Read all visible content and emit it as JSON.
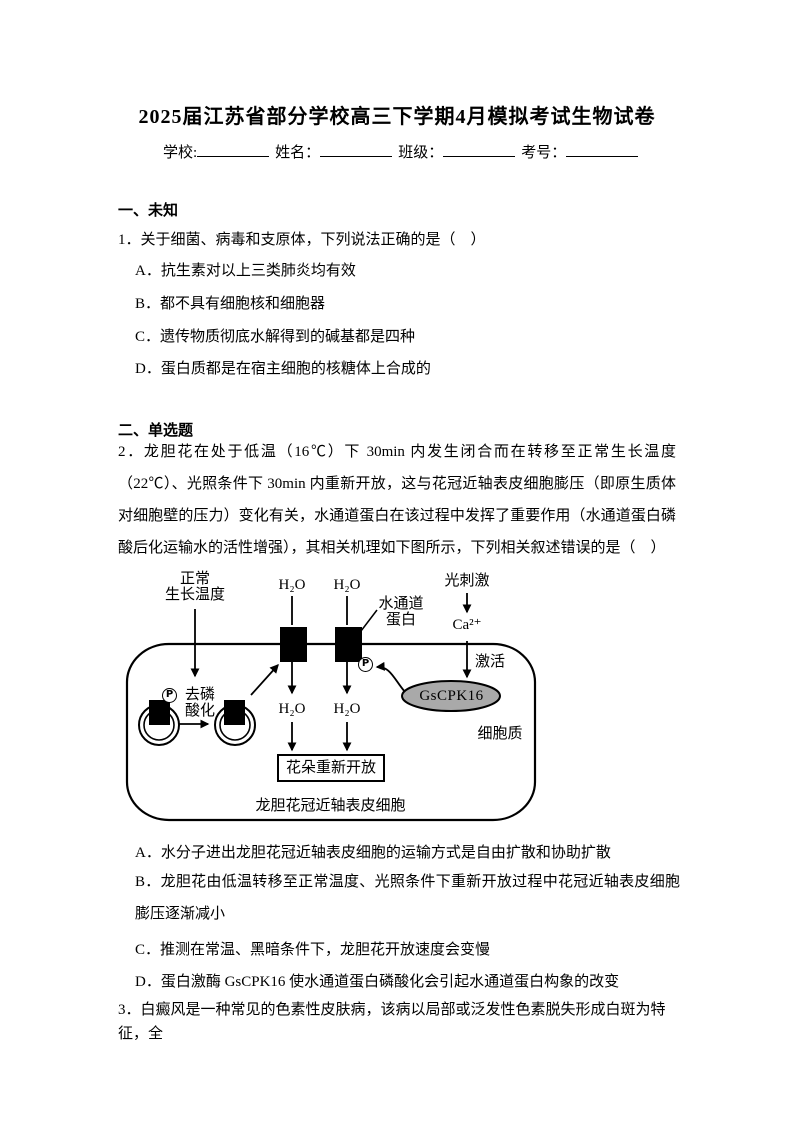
{
  "title": "2025届江苏省部分学校高三下学期4月模拟考试生物试卷",
  "header": {
    "fields": [
      "学校:",
      "姓名：",
      "班级：",
      "考号："
    ]
  },
  "section1": {
    "heading": "一、未知"
  },
  "q1": {
    "stem": "1．关于细菌、病毒和支原体，下列说法正确的是（　）",
    "options": [
      "A．抗生素对以上三类肺炎均有效",
      "B．都不具有细胞核和细胞器",
      "C．遗传物质彻底水解得到的碱基都是四种",
      "D．蛋白质都是在宿主细胞的核糖体上合成的"
    ]
  },
  "section2": {
    "heading": "二、单选题"
  },
  "q2": {
    "stem": "2．龙胆花在处于低温（16℃）下 30min 内发生闭合而在转移至正常生长温度（22℃）、光照条件下 30min 内重新开放，这与花冠近轴表皮细胞膨压（即原生质体对细胞壁的压力）变化有关，水通道蛋白在该过程中发挥了重要作用（水通道蛋白磷酸后化运输水的活性增强），其相关机理如下图所示，下列相关叙述错误的是（　）",
    "options": [
      "A．水分子进出龙胆花冠近轴表皮细胞的运输方式是自由扩散和协助扩散",
      "B．龙胆花由低温转移至正常温度、光照条件下重新开放过程中花冠近轴表皮细胞膨压逐渐减小",
      "C．推测在常温、黑暗条件下，龙胆花开放速度会变慢",
      "D．蛋白激酶 GsCPK16 使水通道蛋白磷酸化会引起水通道蛋白构象的改变"
    ]
  },
  "q3": {
    "stem": "3．白癜风是一种常见的色素性皮肤病，该病以局部或泛发性色素脱失形成白斑为特征，全"
  },
  "diagram": {
    "labels": {
      "normal_temp": "正常\n生长温度",
      "h2o": "H₂O",
      "water_channel": "水通道\n蛋白",
      "light_stimulus": "光刺激",
      "calcium": "Ca²⁺",
      "activate": "激活",
      "kinase": "GsCPK16",
      "dephosphorylation": "去磷\n酸化",
      "phosphate": "P",
      "cytoplasm": "细胞质",
      "flower_reopen": "花朵重新开放",
      "cell_name": "龙胆花冠近轴表皮细胞"
    },
    "colors": {
      "ink": "#000000",
      "kinase_fill": "#a9a9a9"
    }
  }
}
